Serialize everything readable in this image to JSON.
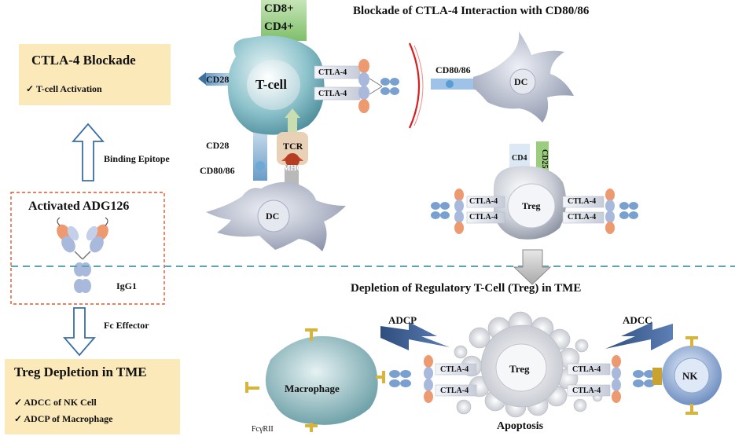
{
  "left_panel": {
    "top_box_title": "CTLA-4 Blockade",
    "top_box_items": [
      "✓  T-cell Activation"
    ],
    "arrow_up_label": "Binding Epitope",
    "antibody_box_title": "Activated ADG126",
    "antibody_label": "IgG1",
    "arrow_down_label": "Fc Effector",
    "bottom_box_title": "Treg Depletion in TME",
    "bottom_box_items": [
      "✓  ADCC of NK Cell",
      "✓  ADCP of Macrophage"
    ]
  },
  "top_section": {
    "title": "Blockade of CTLA-4 Interaction with CD80/86",
    "marker_cd8": "CD8+",
    "marker_cd4": "CD4+",
    "tcell_label": "T-cell",
    "cd28_left": "CD28",
    "ctla4_a": "CTLA-4",
    "ctla4_b": "CTLA-4",
    "cd28_below": "CD28",
    "cd8086_below": "CD80/86",
    "tcr": "TCR",
    "mhc": "MHC",
    "dc_bottom": "DC",
    "cd8086_right": "CD80/86",
    "dc_right": "DC",
    "cd4": "CD4",
    "cd25": "CD25",
    "treg_label": "Treg",
    "treg_ctla4": [
      "CTLA-4",
      "CTLA-4",
      "CTLA-4",
      "CTLA-4"
    ]
  },
  "bottom_section": {
    "title": "Depletion of  Regulatory T-Cell (Treg) in TME",
    "adcp": "ADCP",
    "adcc": "ADCC",
    "macrophage": "Macrophage",
    "fc_receptor": "FcγRII",
    "treg": "Treg",
    "nk": "NK",
    "apoptosis": "Apoptosis",
    "ctla4": [
      "CTLA-4",
      "CTLA-4",
      "CTLA-4",
      "CTLA-4"
    ]
  }
}
